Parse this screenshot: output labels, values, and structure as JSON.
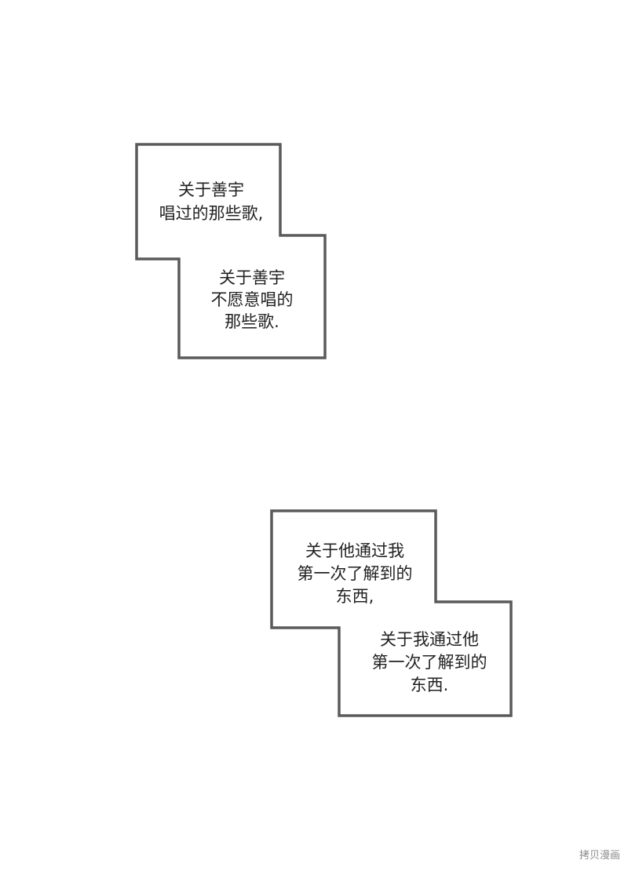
{
  "caption_boxes": [
    {
      "lines": [
        "关于善宇",
        "唱过的那些歌,"
      ]
    },
    {
      "lines": [
        "关于善宇",
        "不愿意唱的",
        "那些歌."
      ]
    },
    {
      "lines": [
        "关于他通过我",
        "第一次了解到的",
        "东西,"
      ]
    },
    {
      "lines": [
        "关于我通过他",
        "第一次了解到的",
        "东西."
      ]
    }
  ],
  "watermark": "拷贝漫画",
  "colors": {
    "background": "#ffffff",
    "border": "#5a5a5a",
    "text": "#222222"
  }
}
